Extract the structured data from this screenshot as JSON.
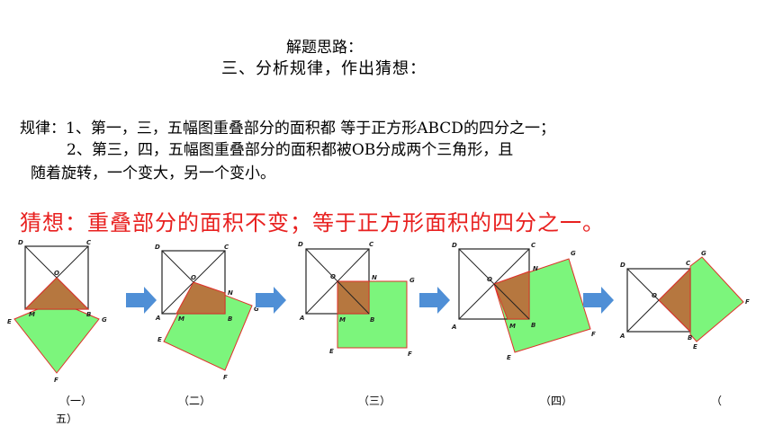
{
  "heading": {
    "line1": "解题思路：",
    "line2": "三、分析规律，作出猜想："
  },
  "rules": {
    "line1": "规律：1、第一，三，五幅图重叠部分的面积都 等于正方形ABCD的四分之一；",
    "line2": "2、第三，四，五幅图重叠部分的面积都被OB分成两个三角形，且",
    "line3": "随着旋转，一个变大，另一个变小。"
  },
  "conjecture": "猜想：重叠部分的面积不变；等于正方形面积的四分之一。",
  "captions": {
    "c1": "（一）",
    "c2": "（二）",
    "c3": "（三）",
    "c4": "（四）",
    "c5_part1": "（",
    "c5_part2": "五）"
  },
  "figure_labels": {
    "A": "A",
    "B": "B",
    "C": "C",
    "D": "D",
    "E": "E",
    "F": "F",
    "G": "G",
    "M": "M",
    "N": "N",
    "O": "O"
  },
  "colors": {
    "overlap": "#b6773f",
    "square_efg": "#7cf57c",
    "outline_red": "#e0302a",
    "arrow": "#4f8fd6",
    "conjecture_text": "#e8201f"
  },
  "icons": [
    "right-arrow-icon"
  ]
}
